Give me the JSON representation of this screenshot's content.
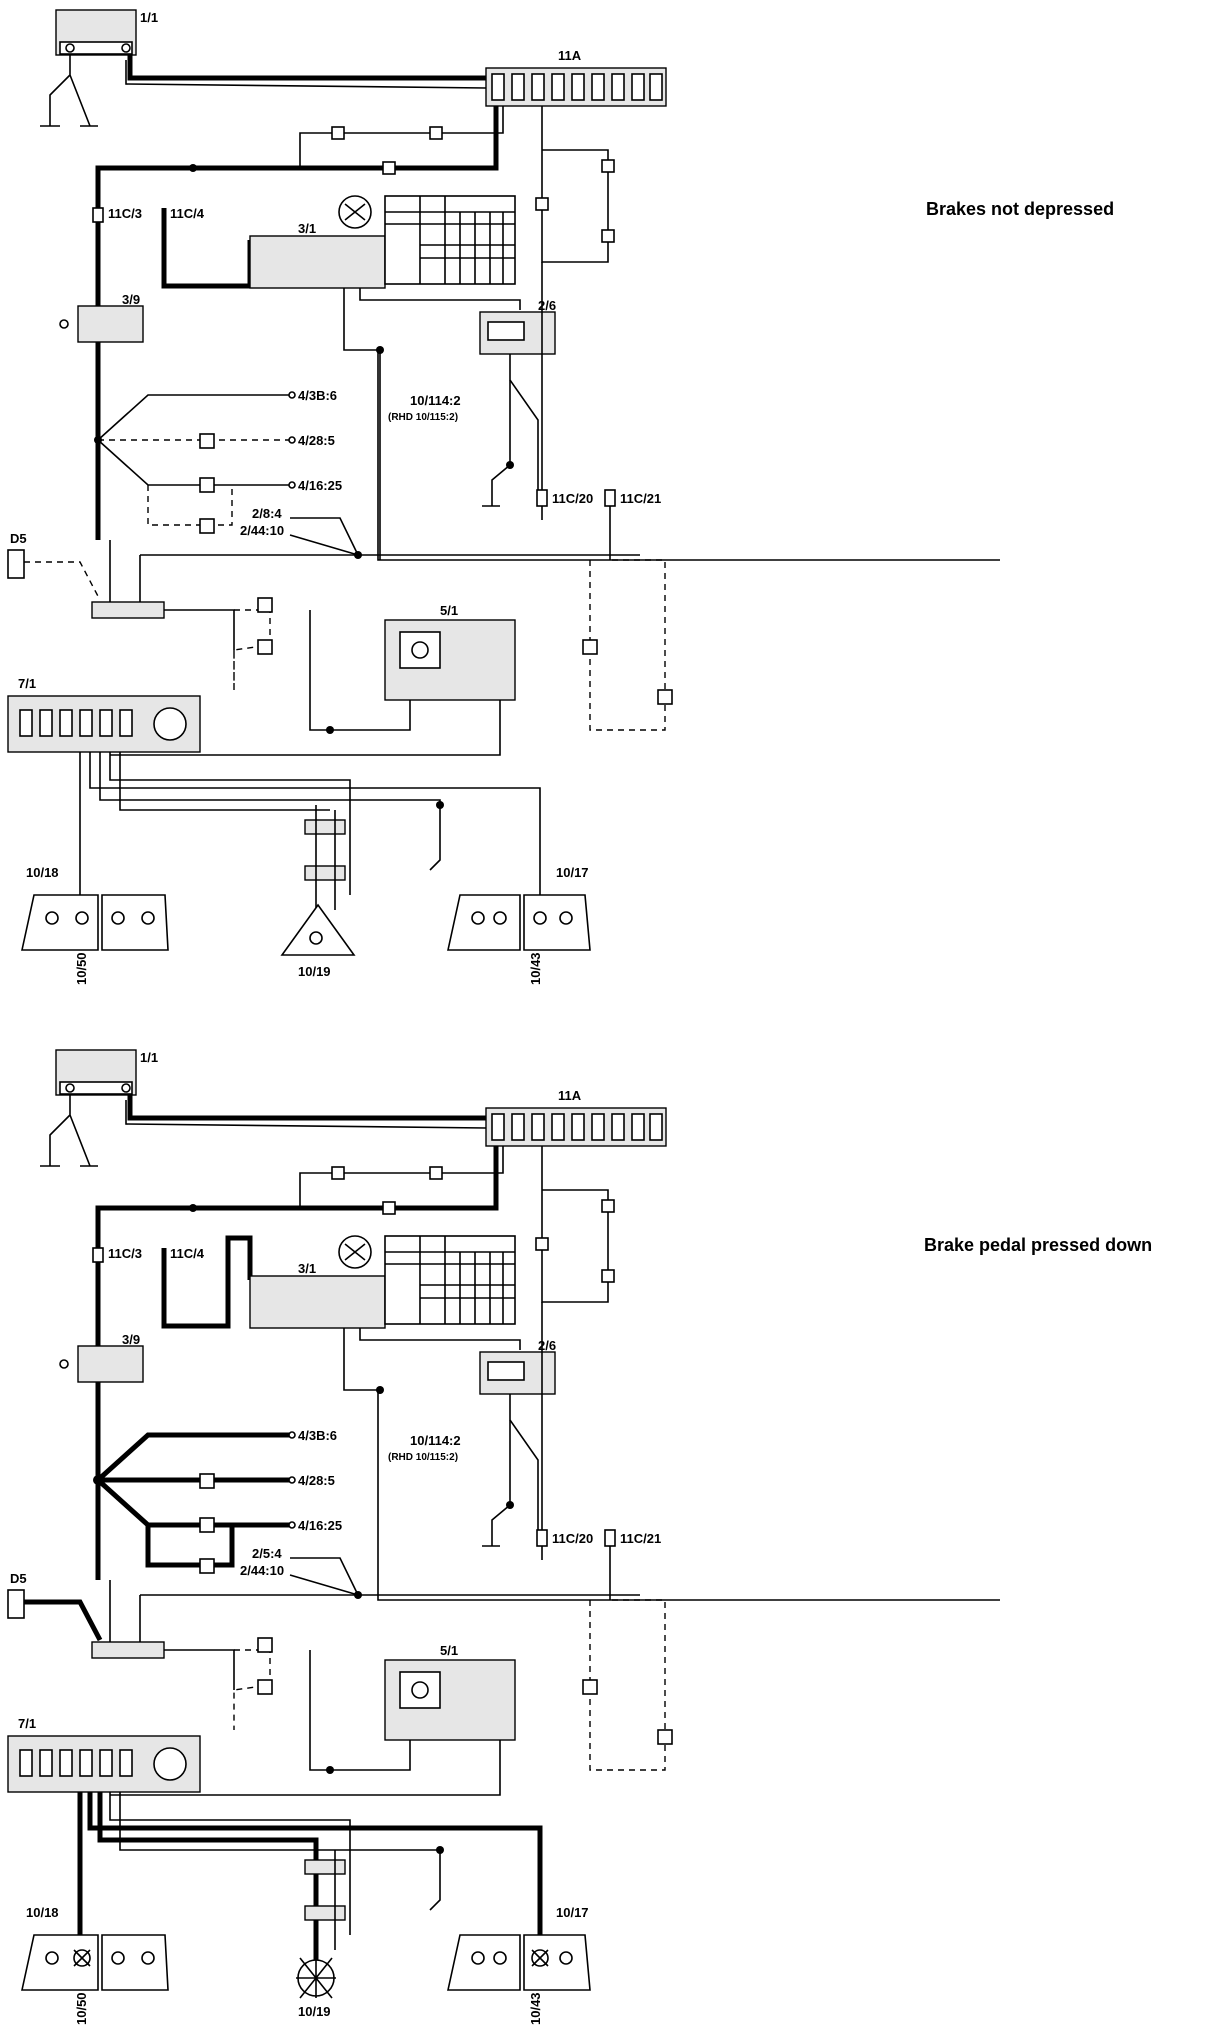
{
  "captions": {
    "top": "Brakes not depressed",
    "bottom": "Brake pedal pressed down"
  },
  "labels": {
    "c1_1": "1/1",
    "c11A": "11A",
    "c11C3": "11C/3",
    "c11C4": "11C/4",
    "c3_1": "3/1",
    "c3_9": "3/9",
    "c2_6": "2/6",
    "c10_114": "10/114:2",
    "rhd": "(RHD 10/115:2)",
    "c11C20": "11C/20",
    "c11C21": "11C/21",
    "c4_3B": "4/3B:6",
    "c4_28": "4/28:5",
    "c4_16": "4/16:25",
    "c2_5_top": "2/8:4",
    "c2_5_bot": "2/5:4",
    "c2_44": "2/44:10",
    "d5": "D5",
    "c5_1": "5/1",
    "c7_1": "7/1",
    "c10_18": "10/18",
    "c10_17": "10/17",
    "c10_19": "10/19",
    "c10_50": "10/50",
    "c10_43": "10/43"
  }
}
